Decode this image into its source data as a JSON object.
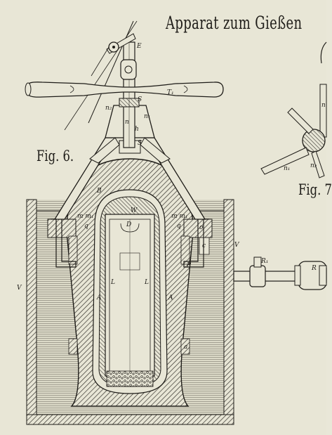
{
  "title": "Apparat zum Gießen",
  "figure_labels": {
    "fig6": "Fig. 6.",
    "fig_right": "Fig. 7"
  },
  "part_labels": {
    "E": "E",
    "T1": "T₁",
    "S_top": "S",
    "n2": "n₂",
    "n": "n",
    "n1": "n₁",
    "h": "h",
    "S_mid": "S",
    "B": "B",
    "W": "W",
    "D": "D",
    "m1_left": "m m₁",
    "m1_right": "m m₁",
    "q_left": "q",
    "q_right": "q",
    "o": "o",
    "c": "c",
    "V_right": "V",
    "V_left": "V",
    "P": "P",
    "L_left": "L",
    "L_right": "L",
    "A_left": "A",
    "A_right": "A",
    "a": "a",
    "R1": "R₁",
    "R": "R",
    "n_right": "n",
    "n1_right": "n₁",
    "n2_right": "n₂"
  },
  "colors": {
    "paper": "#e8e6d6",
    "ink": "#1e1c18"
  }
}
